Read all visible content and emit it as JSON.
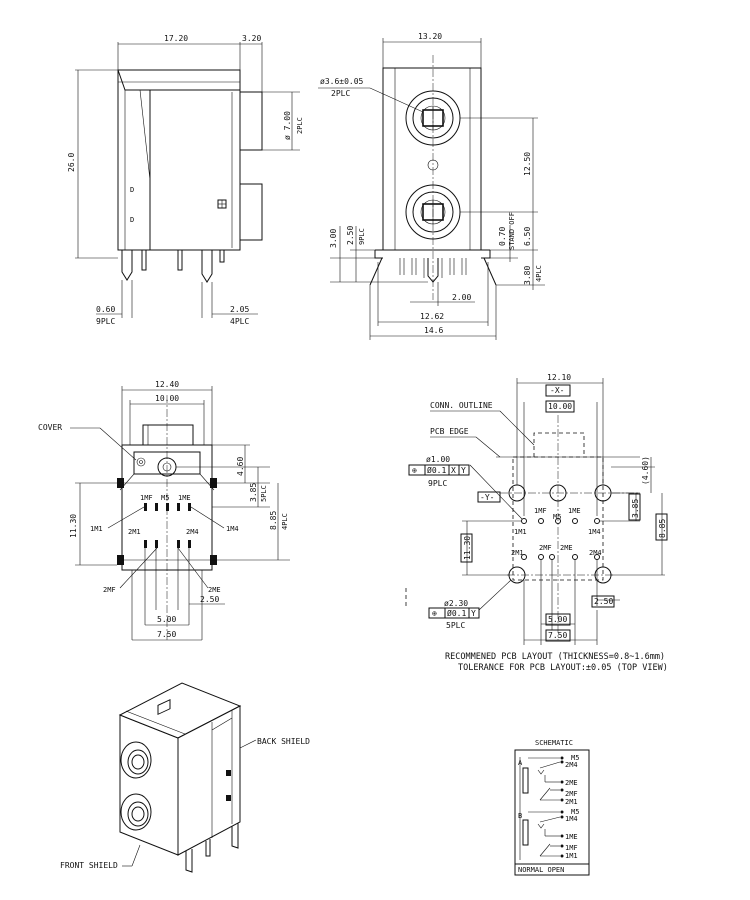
{
  "side_view": {
    "dim_top_left": "17.20",
    "dim_top_right": "3.20",
    "dim_height": "26.0",
    "dim_hole": "ø 7.00",
    "dim_hole_count": "2PLC",
    "dim_pin_width": "0.60",
    "dim_pin_width_count": "9PLC",
    "dim_pin_pitch": "2.05",
    "dim_pin_pitch_count": "4PLC",
    "mark_d": "D"
  },
  "front_view": {
    "dim_width": "13.20",
    "dim_bore": "ø3.6±0.05",
    "dim_bore_count": "2PLC",
    "dim_jack_spacing": "12.50",
    "dim_standoff": "0.70",
    "label_standoff": "STAND OFF",
    "dim_bottom_right": "6.50",
    "dim_left_outer": "3.00",
    "dim_left_inner": "2.50",
    "dim_left_inner_count": "9PLC",
    "dim_pin_length": "3.80",
    "dim_pin_length_count": "4PLC",
    "dim_pin_offset": "2.00",
    "dim_inner_width": "12.62",
    "dim_overall_width": "14.6"
  },
  "bottom_view": {
    "dim_top_outer": "12.40",
    "dim_top_inner": "10.00",
    "label_cover": "COVER",
    "dim_460": "4.60",
    "dim_385": "3.85",
    "dim_385_count": "5PLC",
    "dim_885": "8.85",
    "dim_885_count": "4PLC",
    "dim_1130": "11.30",
    "dim_250": "2.50",
    "dim_500": "5.00",
    "dim_750": "7.50",
    "pins": [
      "1MF",
      "M5",
      "1ME",
      "1M1",
      "1M4",
      "2M1",
      "2M4",
      "2MF",
      "2ME"
    ]
  },
  "pcb_layout": {
    "dim_top_outer": "12.10",
    "datum_x": "-X-",
    "dim_top_inner": "10.00",
    "label_conn_outline": "CONN. OUTLINE",
    "label_pcb_edge": "PCB EDGE",
    "dim_hole_small": "ø1.00",
    "tol_small_symbol": "⊕",
    "tol_small_value": "Ø0.1",
    "tol_small_x": "X",
    "tol_small_y": "Y",
    "dim_hole_small_count": "9PLC",
    "datum_y": "-Y-",
    "dim_460": "(4.60)",
    "dim_385": "3.85",
    "dim_885": "8.85",
    "dim_1130": "11.30",
    "dim_hole_large": "ø2.30",
    "tol_large_symbol": "⊕",
    "tol_large_value": "Ø0.1",
    "tol_large_y": "Y",
    "dim_hole_large_count": "5PLC",
    "dim_250": "2.50",
    "dim_500": "5.00",
    "dim_750": "7.50",
    "pins": [
      "1MF",
      "M5",
      "1ME",
      "1M1",
      "1M4",
      "2MF",
      "2ME",
      "2M1",
      "2M4"
    ],
    "note_line1": "RECOMMENED PCB LAYOUT (THICKNESS=0.8~1.6mm)",
    "note_line2": "TOLERANCE FOR PCB LAYOUT:±0.05 (TOP VIEW)"
  },
  "iso_view": {
    "label_back_shield": "BACK SHIELD",
    "label_front_shield": "FRONT SHIELD"
  },
  "schematic": {
    "title": "SCHEMATIC",
    "label_a": "A",
    "label_b": "B",
    "footer": "NORMAL OPEN",
    "pins_a": [
      "M5",
      "2M4",
      "2ME",
      "2MF",
      "2M1"
    ],
    "pins_b": [
      "M5",
      "1M4",
      "1ME",
      "1MF",
      "1M1"
    ]
  }
}
